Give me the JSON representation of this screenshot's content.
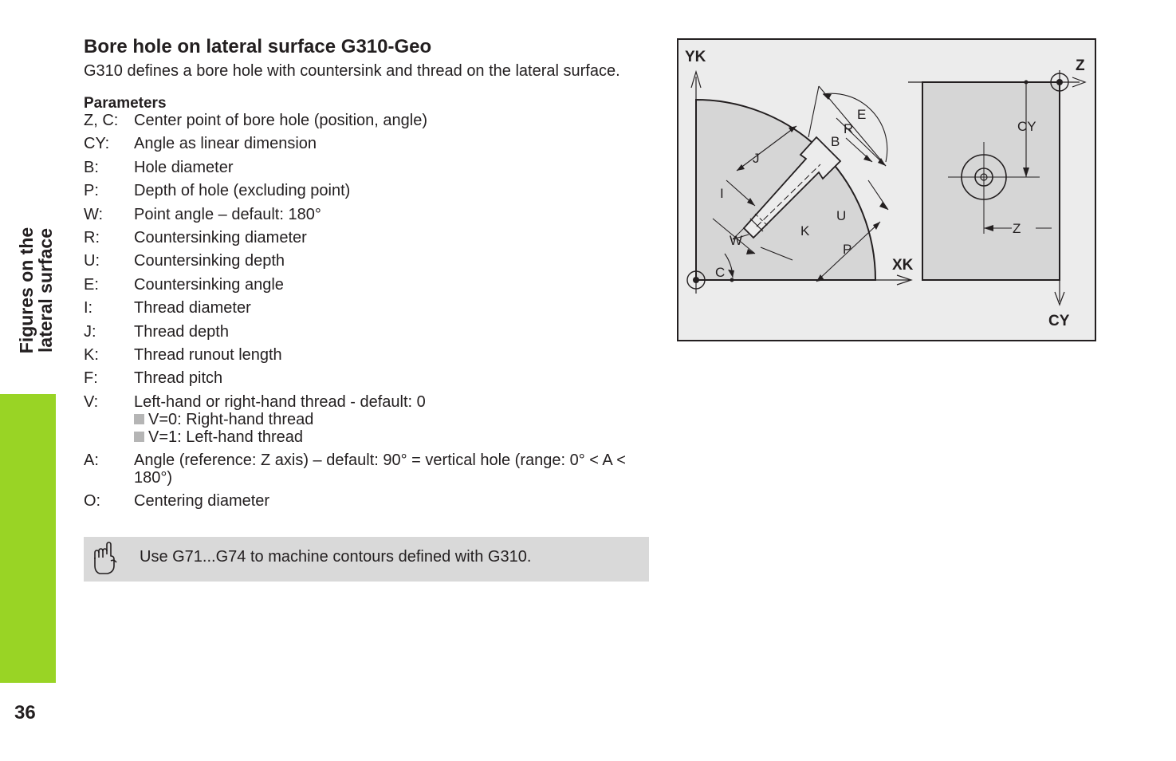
{
  "side_tab": {
    "line1": "Figures on the",
    "line2": "lateral surface"
  },
  "page_number": "36",
  "title": "Bore hole on lateral surface G310-Geo",
  "intro": "G310 defines a bore hole with countersink and thread on the lateral surface.",
  "parameters_heading": "Parameters",
  "parameters": [
    {
      "key": "Z, C:",
      "desc": "Center point of bore hole (position, angle)"
    },
    {
      "key": "CY:",
      "desc": "Angle as linear dimension"
    },
    {
      "key": "B:",
      "desc": "Hole diameter"
    },
    {
      "key": "P:",
      "desc": "Depth of hole (excluding point)"
    },
    {
      "key": "W:",
      "desc": "Point angle – default: 180°"
    },
    {
      "key": "R:",
      "desc": "Countersinking diameter"
    },
    {
      "key": "U:",
      "desc": "Countersinking depth"
    },
    {
      "key": "E:",
      "desc": "Countersinking angle"
    },
    {
      "key": "I:",
      "desc": "Thread diameter"
    },
    {
      "key": "J:",
      "desc": "Thread depth"
    },
    {
      "key": "K:",
      "desc": "Thread runout length"
    },
    {
      "key": "F:",
      "desc": "Thread pitch"
    },
    {
      "key": "V:",
      "desc": "Left-hand or right-hand thread - default: 0",
      "options": [
        "V=0: Right-hand thread",
        "V=1: Left-hand thread"
      ]
    },
    {
      "key": "A:",
      "desc": "Angle (reference: Z axis) – default: 90° = vertical hole (range: 0° < A < 180°)"
    },
    {
      "key": "O:",
      "desc": "Centering diameter"
    }
  ],
  "note": {
    "icon": "pointing-hand-icon",
    "text": "Use G71...G74 to machine contours defined with G310."
  },
  "figure": {
    "axis_labels": {
      "yk": "YK",
      "xk": "XK",
      "z": "Z",
      "cy": "CY"
    },
    "dim_labels": {
      "e": "E",
      "r": "R",
      "b": "B",
      "j": "J",
      "i": "I",
      "u": "U",
      "k": "K",
      "w": "W",
      "p": "P",
      "c": "C",
      "cy": "CY",
      "z": "Z"
    }
  },
  "colors": {
    "accent_green": "#99d425",
    "figure_bg": "#ececec",
    "part_fill": "#d6d6d6",
    "note_bg": "#d9d9d9"
  }
}
